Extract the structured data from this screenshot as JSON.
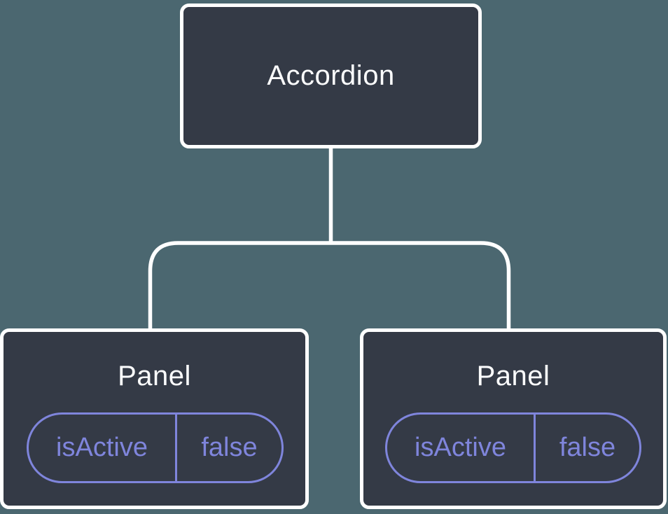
{
  "palette": {
    "background": "#4b6770",
    "node_fill": "#343a46",
    "node_border": "#ffffff",
    "connector": "#ffffff",
    "title_text": "#fbfcfd",
    "state_accent": "#7f85dc"
  },
  "diagram": {
    "type": "component-tree",
    "root": {
      "label": "Accordion"
    },
    "panels": [
      {
        "label": "Panel",
        "state_key": "isActive",
        "state_value": "false"
      },
      {
        "label": "Panel",
        "state_key": "isActive",
        "state_value": "false"
      }
    ]
  }
}
